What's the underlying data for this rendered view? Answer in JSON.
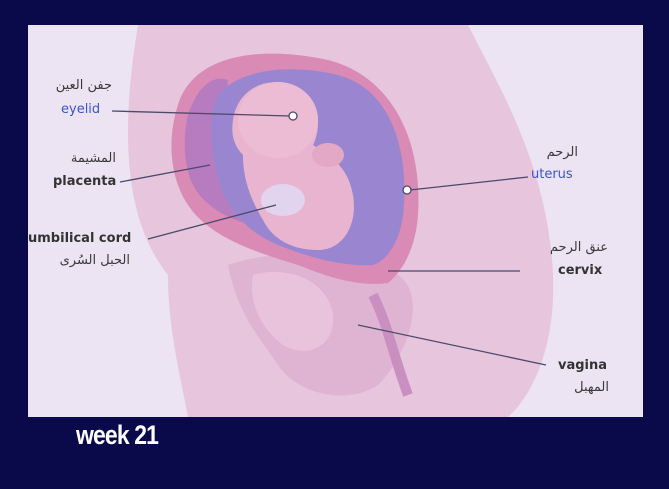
{
  "labels": {
    "eyelid": {
      "ar": "جفن العين",
      "en": "eyelid"
    },
    "placenta": {
      "ar": "المشيمة",
      "en": "placenta"
    },
    "umbilical_cord": {
      "en": "umbilical cord",
      "ar": "الحبل السُرى"
    },
    "uterus": {
      "ar": "الرحم",
      "en": "uterus"
    },
    "cervix": {
      "ar": "عنق الرحم",
      "en": "cervix"
    },
    "vagina": {
      "en": "vagina",
      "ar": "المهبل"
    }
  },
  "caption": "week 21",
  "colors": {
    "background": "#0a0a4a",
    "panel": "#ece4f3",
    "body": "#e6c5dd",
    "uterus_wall": "#d98ab5",
    "amniotic": "#9a86d0",
    "fetus": "#e9b4cf",
    "placenta": "#b77cc0",
    "leader_line": "#4a4a6a",
    "accent_blue": "#3b55c8"
  }
}
